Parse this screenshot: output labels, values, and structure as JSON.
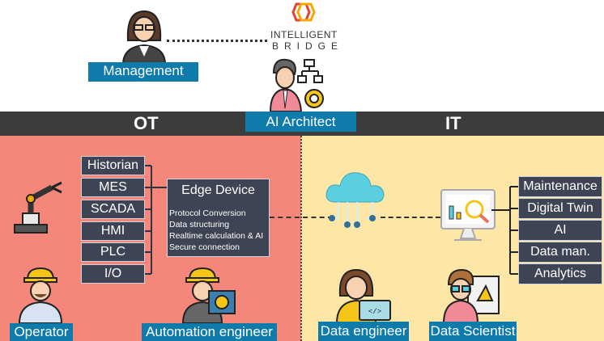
{
  "logo": {
    "line1": "INTELLIGENT",
    "line2": "BRIDGE"
  },
  "roles": {
    "management": "Management",
    "ai_architect": "AI Architect",
    "operator": "Operator",
    "automation_engineer": "Automation engineer",
    "data_engineer": "Data engineer",
    "data_scientist": "Data Scientist"
  },
  "sections": {
    "ot": "OT",
    "it": "IT"
  },
  "ot_systems": [
    "Historian",
    "MES",
    "SCADA",
    "HMI",
    "PLC",
    "I/O"
  ],
  "edge_device": {
    "title": "Edge Device",
    "features": [
      "Protocol Conversion",
      "Data structuring",
      "Realtime calculation & AI",
      "Secure connection"
    ]
  },
  "it_applications": [
    "Maintenance",
    "Digital Twin",
    "AI",
    "Data man.",
    "Analytics"
  ],
  "colors": {
    "ot_bg": "#f4877a",
    "it_bg": "#fde6a6",
    "band": "#3c3c3c",
    "label": "#0f7bab",
    "box": "#3e4453"
  }
}
